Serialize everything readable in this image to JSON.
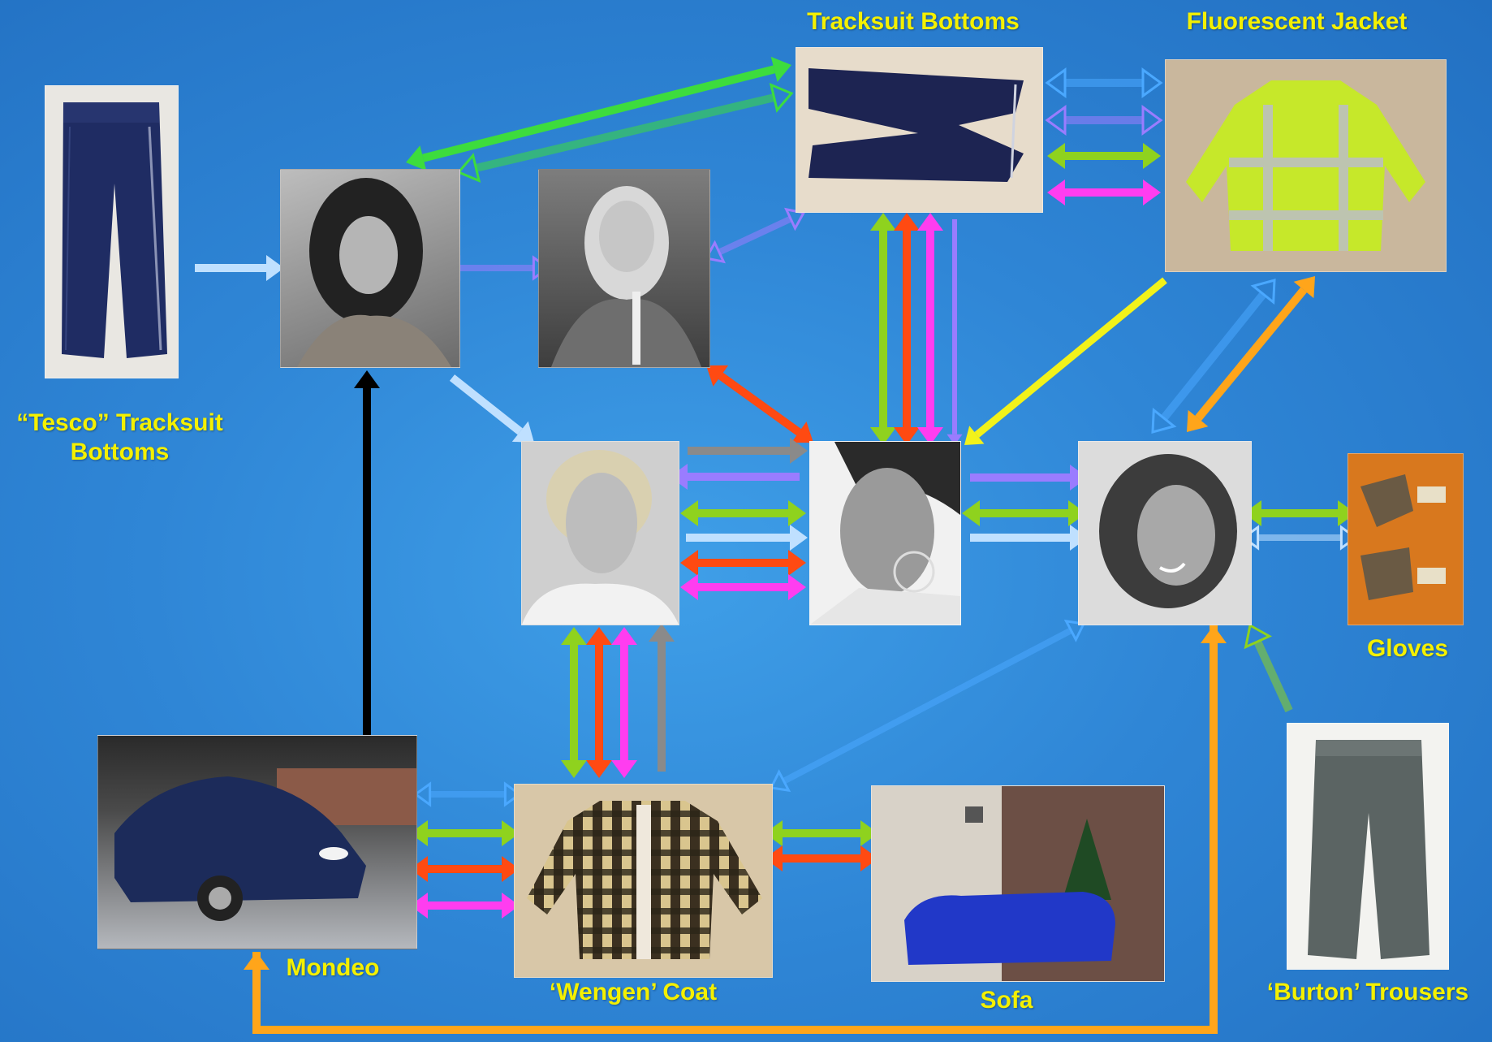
{
  "labels": {
    "tesco_tracksuit": "“Tesco” Tracksuit Bottoms",
    "tracksuit_bottoms": "Tracksuit Bottoms",
    "fluorescent_jacket": "Fluorescent Jacket",
    "gloves": "Gloves",
    "burton_trousers": "‘Burton’ Trousers",
    "mondeo": "Mondeo",
    "wengen_coat": "‘Wengen’ Coat",
    "sofa": "Sofa"
  },
  "colors": {
    "background": "#2f86d6",
    "label_text": "#f4f000",
    "green_arrow": "#3ddc3d",
    "lime_arrow": "#8fd21e",
    "red_arrow": "#ff4a12",
    "magenta_arrow": "#ff3df0",
    "violet_arrow": "#9a7cff",
    "sky_arrow": "#bfe0ff",
    "blue_arrow": "#4aa8ff",
    "orange_arrow": "#ffa51a",
    "yellow_arrow": "#f2f21a",
    "grey_arrow": "#8a8a8a",
    "black_arrow": "#000000"
  },
  "nodes": {
    "tesco_tracksuit": "navy tracksuit trousers photo",
    "tracksuit_bottoms": "navy tracksuit bottoms photo",
    "fluorescent_jacket": "hi-vis jacket photo",
    "gloves": "gloves photo",
    "burton_trousers": "grey trousers photo",
    "mondeo": "blue car photo",
    "wengen_coat": "checked coat photo",
    "sofa": "blue sofa room photo"
  }
}
